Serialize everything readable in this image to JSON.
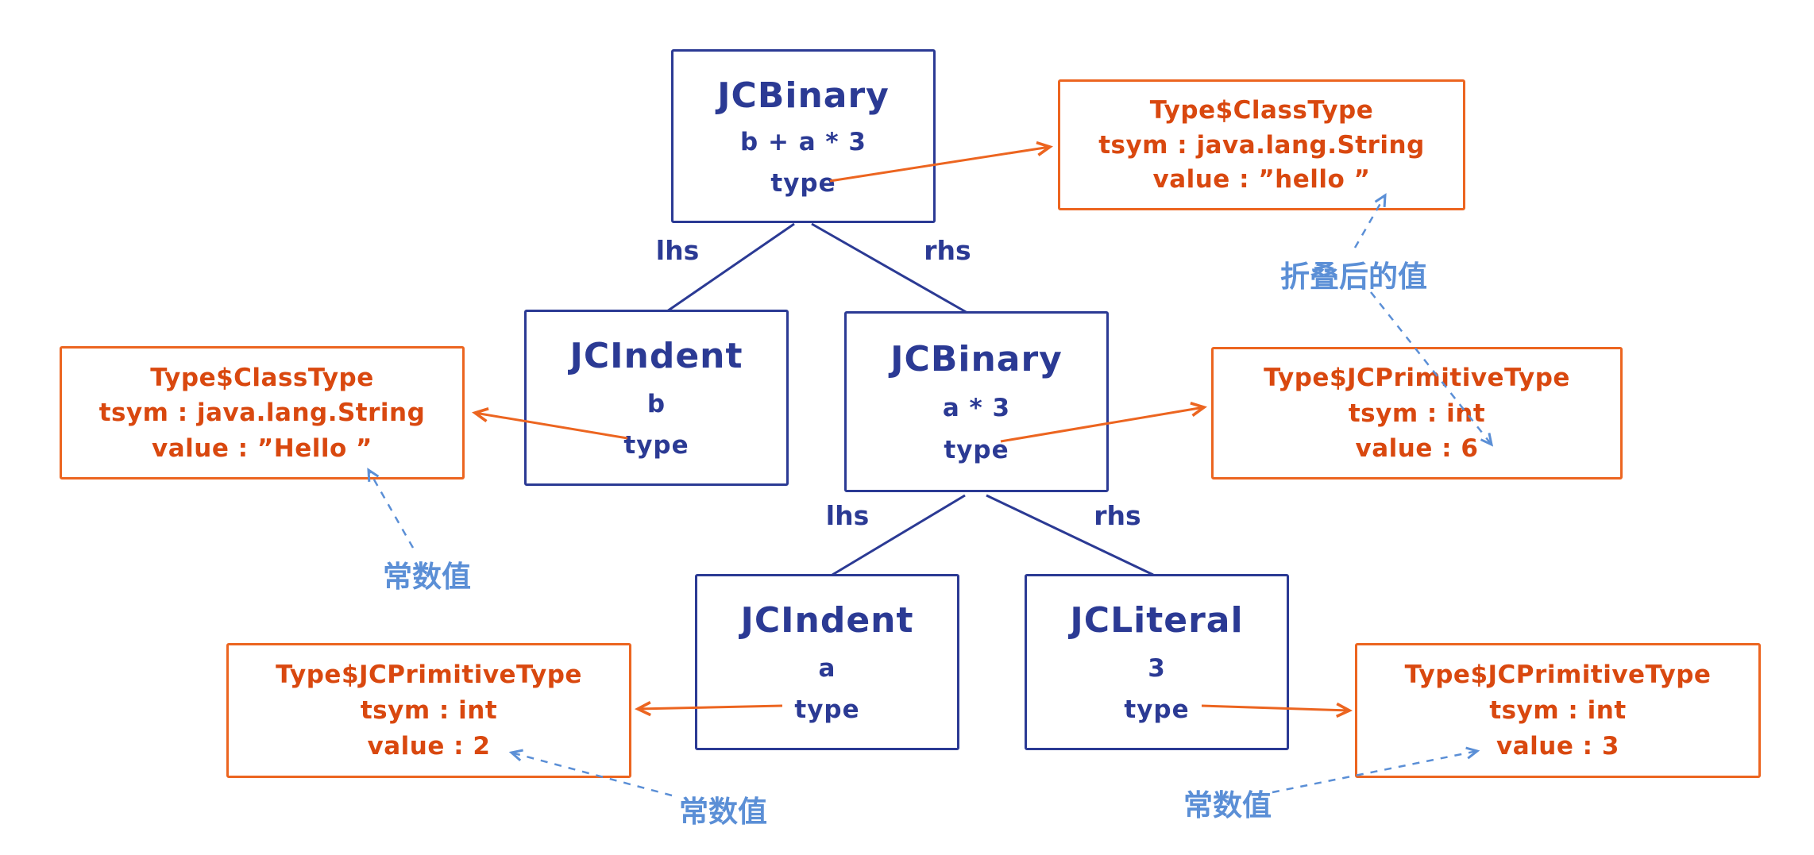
{
  "title": "Java AST constant folding diagram",
  "colors": {
    "node_blue": "#2b3a94",
    "type_orange": "#ec6520",
    "type_text": "#d9480f",
    "annotation_blue": "#5b8fd6",
    "background": "#ffffff"
  },
  "nodes": {
    "root": {
      "title": "JCBinary",
      "expr": "b + a * 3",
      "field": "type"
    },
    "indent_b": {
      "title": "JCIndent",
      "expr": "b",
      "field": "type"
    },
    "binary_mid": {
      "title": "JCBinary",
      "expr": "a * 3",
      "field": "type"
    },
    "indent_a": {
      "title": "JCIndent",
      "expr": "a",
      "field": "type"
    },
    "literal_3": {
      "title": "JCLiteral",
      "expr": "3",
      "field": "type"
    }
  },
  "types": {
    "class_hello_top": {
      "title": "Type$ClassType",
      "tsym": "tsym : java.lang.String",
      "value": "value : ”hello ”"
    },
    "class_hello_left": {
      "title": "Type$ClassType",
      "tsym": "tsym : java.lang.String",
      "value": "value : ”Hello ”"
    },
    "prim_6": {
      "title": "Type$JCPrimitiveType",
      "tsym": "tsym : int",
      "value": "value : 6"
    },
    "prim_2": {
      "title": "Type$JCPrimitiveType",
      "tsym": "tsym : int",
      "value": "value : 2"
    },
    "prim_3": {
      "title": "Type$JCPrimitiveType",
      "tsym": "tsym : int",
      "value": "value : 3"
    }
  },
  "edges": {
    "lhs_top": "lhs",
    "rhs_top": "rhs",
    "lhs_mid": "lhs",
    "rhs_mid": "rhs"
  },
  "annotations": {
    "folded_value": "折叠后的值",
    "const_left": "常数值",
    "const_bottom_left": "常数值",
    "const_bottom_right": "常数值"
  }
}
